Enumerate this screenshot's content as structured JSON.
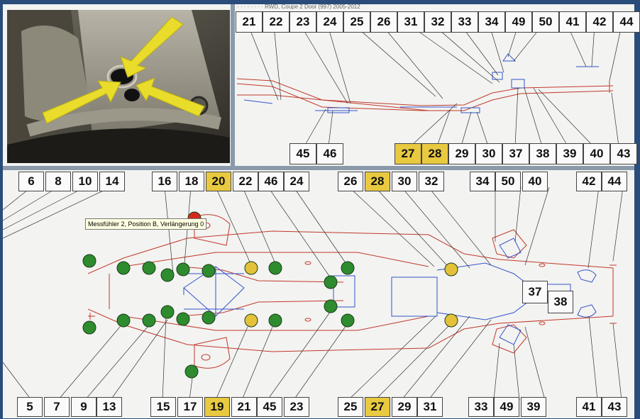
{
  "header_text": "· · · · · · · · RWD, Coupe 2 Door (997) 2005-2012",
  "tooltip": "Messfühler 2, Position B, Verlängerung 0",
  "colors": {
    "frame_red": "#c0392b",
    "frame_blue": "#3355cc",
    "point_green": "#2e8b2e",
    "point_yellow": "#e3c23a",
    "label_highlight": "#e8c940"
  },
  "photo": {
    "arrow_color": "#e9dc2a",
    "description_icon": "camera-photo-icon"
  },
  "upper_view": {
    "top_labels": [
      {
        "text": "21"
      },
      {
        "text": "22"
      },
      {
        "text": "23"
      },
      {
        "text": "24"
      },
      {
        "text": "25"
      },
      {
        "text": "26"
      },
      {
        "text": "31"
      },
      {
        "text": "32"
      },
      {
        "text": "33"
      },
      {
        "text": "34"
      },
      {
        "text": "49"
      },
      {
        "text": "50"
      },
      {
        "text": "41"
      },
      {
        "text": "42"
      },
      {
        "text": "44"
      }
    ],
    "bottom_labels": [
      {
        "text": "45"
      },
      {
        "text": "46"
      },
      {
        "text": "27",
        "highlight": true
      },
      {
        "text": "28",
        "highlight": true
      },
      {
        "text": "29"
      },
      {
        "text": "30"
      },
      {
        "text": "37"
      },
      {
        "text": "38"
      },
      {
        "text": "39"
      },
      {
        "text": "40"
      },
      {
        "text": "43"
      }
    ]
  },
  "lower_view": {
    "top_labels": [
      {
        "text": "6"
      },
      {
        "text": "8"
      },
      {
        "text": "10"
      },
      {
        "text": "14"
      },
      {
        "text": "16"
      },
      {
        "text": "18"
      },
      {
        "text": "20",
        "highlight": true
      },
      {
        "text": "22"
      },
      {
        "text": "46"
      },
      {
        "text": "24"
      },
      {
        "text": "26"
      },
      {
        "text": "28",
        "highlight": true
      },
      {
        "text": "30"
      },
      {
        "text": "32"
      },
      {
        "text": "34"
      },
      {
        "text": "50"
      },
      {
        "text": "40"
      },
      {
        "text": "42"
      },
      {
        "text": "44"
      }
    ],
    "bottom_labels": [
      {
        "text": "5"
      },
      {
        "text": "7"
      },
      {
        "text": "9"
      },
      {
        "text": "13"
      },
      {
        "text": "15"
      },
      {
        "text": "17"
      },
      {
        "text": "19",
        "highlight": true
      },
      {
        "text": "21"
      },
      {
        "text": "45"
      },
      {
        "text": "23"
      },
      {
        "text": "25"
      },
      {
        "text": "27",
        "highlight": true
      },
      {
        "text": "29"
      },
      {
        "text": "31"
      },
      {
        "text": "33"
      },
      {
        "text": "49"
      },
      {
        "text": "39"
      },
      {
        "text": "41"
      },
      {
        "text": "43"
      }
    ],
    "side_labels": [
      {
        "text": "37"
      },
      {
        "text": "38"
      }
    ],
    "points": [
      {
        "color": "green"
      },
      {
        "color": "green"
      },
      {
        "color": "green"
      },
      {
        "color": "green"
      },
      {
        "color": "green"
      },
      {
        "color": "green"
      },
      {
        "color": "yellow"
      },
      {
        "color": "green"
      },
      {
        "color": "green"
      },
      {
        "color": "green"
      },
      {
        "color": "green"
      },
      {
        "color": "green"
      },
      {
        "color": "green"
      },
      {
        "color": "green"
      },
      {
        "color": "green"
      },
      {
        "color": "yellow"
      },
      {
        "color": "green"
      },
      {
        "color": "green"
      },
      {
        "color": "green"
      },
      {
        "color": "green"
      },
      {
        "color": "yellow"
      },
      {
        "color": "yellow"
      },
      {
        "color": "green"
      },
      {
        "color": "red"
      }
    ]
  }
}
